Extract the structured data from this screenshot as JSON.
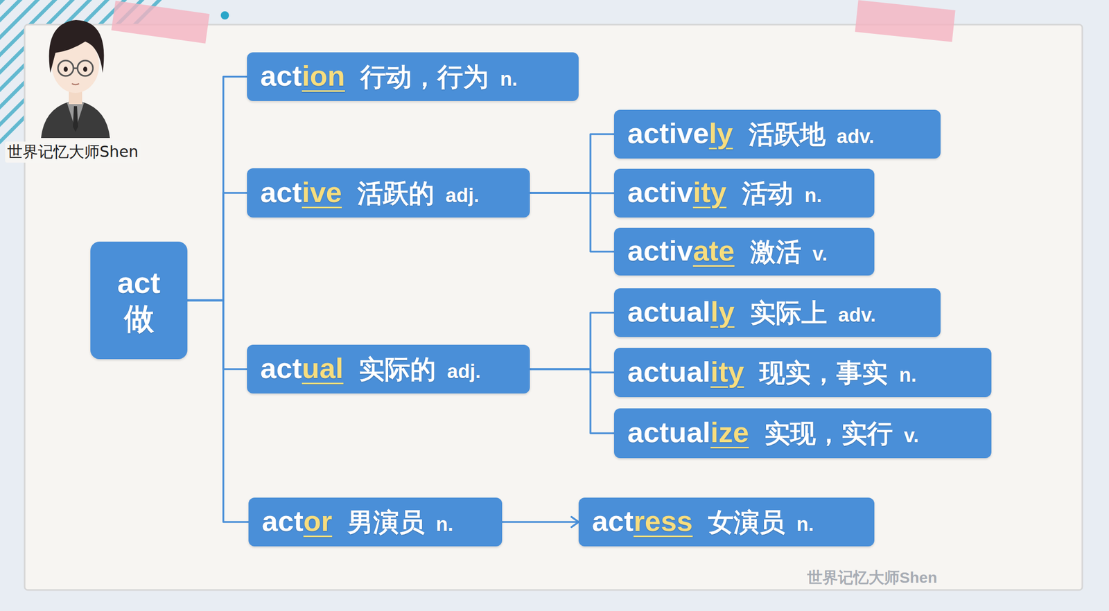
{
  "diagram": {
    "nodes": [
      {
        "text": [
          "act",
          "做"
        ]
      },
      {
        "text": [
          "act",
          "ion",
          "行动，行为",
          "n."
        ]
      },
      {
        "text": [
          "act",
          "ive",
          "活跃的",
          "adj."
        ]
      },
      {
        "text": [
          "active",
          "ly",
          "活跃地",
          "adv."
        ]
      },
      {
        "text": [
          "activ",
          "ity",
          "活动",
          "n."
        ]
      },
      {
        "text": [
          "activ",
          "ate",
          "激活",
          "v."
        ]
      },
      {
        "text": [
          "act",
          "ual",
          "实际的",
          "adj."
        ]
      },
      {
        "text": [
          "actual",
          "ly",
          "实际上",
          "adv."
        ]
      },
      {
        "text": [
          "actual",
          "ity",
          "现实，事实",
          "n."
        ]
      },
      {
        "text": [
          "actual",
          "ize",
          "实现，实行",
          "v."
        ]
      },
      {
        "text": [
          "act",
          "or",
          "男演员",
          "n."
        ]
      },
      {
        "text": [
          "act",
          "ress",
          "女演员",
          "n."
        ]
      }
    ],
    "edges": [
      {
        "from": 0,
        "to": 1,
        "arrow": "none"
      },
      {
        "from": 0,
        "to": 2,
        "arrow": "none"
      },
      {
        "from": 0,
        "to": 6,
        "arrow": "none"
      },
      {
        "from": 0,
        "to": 10,
        "arrow": "none"
      },
      {
        "from": 2,
        "to": 3,
        "arrow": "none"
      },
      {
        "from": 2,
        "to": 4,
        "arrow": "none"
      },
      {
        "from": 2,
        "to": 5,
        "arrow": "none"
      },
      {
        "from": 6,
        "to": 7,
        "arrow": "none"
      },
      {
        "from": 6,
        "to": 8,
        "arrow": "none"
      },
      {
        "from": 6,
        "to": 9,
        "arrow": "none"
      },
      {
        "from": 10,
        "to": 11,
        "arrow": "to"
      }
    ],
    "labels": [
      "世界记忆大师Shen",
      "世界记忆大师Shen"
    ]
  }
}
